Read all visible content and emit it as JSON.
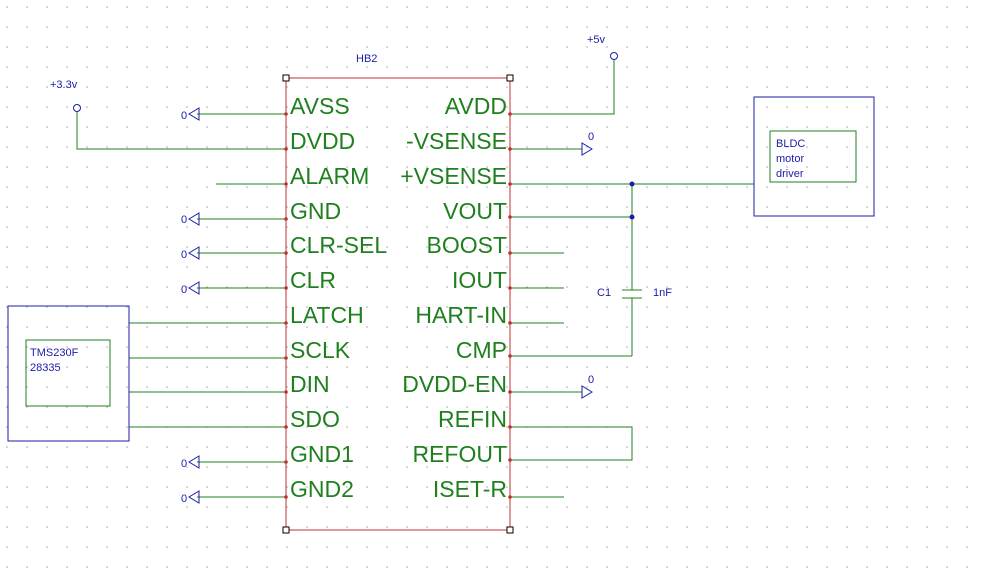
{
  "chip": {
    "designator": "HB2",
    "left_pins": [
      "AVSS",
      "DVDD",
      "ALARM",
      "GND",
      "CLR-SEL",
      "CLR",
      "LATCH",
      "SCLK",
      "DIN",
      "SDO",
      "GND1",
      "GND2"
    ],
    "right_pins": [
      "AVDD",
      "-VSENSE",
      "+VSENSE",
      "VOUT",
      "BOOST",
      "IOUT",
      "HART-IN",
      "CMP",
      "DVDD-EN",
      "REFIN",
      "REFOUT",
      "ISET-R"
    ]
  },
  "power": {
    "v33_label": "+3.3v",
    "v5_label": "+5v"
  },
  "ground_label": "0",
  "capacitor": {
    "designator": "C1",
    "value": "1nF"
  },
  "bldc_box": {
    "lines": [
      "BLDC",
      "motor",
      "driver"
    ]
  },
  "mcu_box": {
    "lines": [
      "TMS230F",
      "28335"
    ]
  },
  "colors": {
    "wire": "#208020",
    "chip_outline": "#c03030",
    "symbol": "#1c1ca8",
    "grid_dot": "#a0a0a0"
  }
}
